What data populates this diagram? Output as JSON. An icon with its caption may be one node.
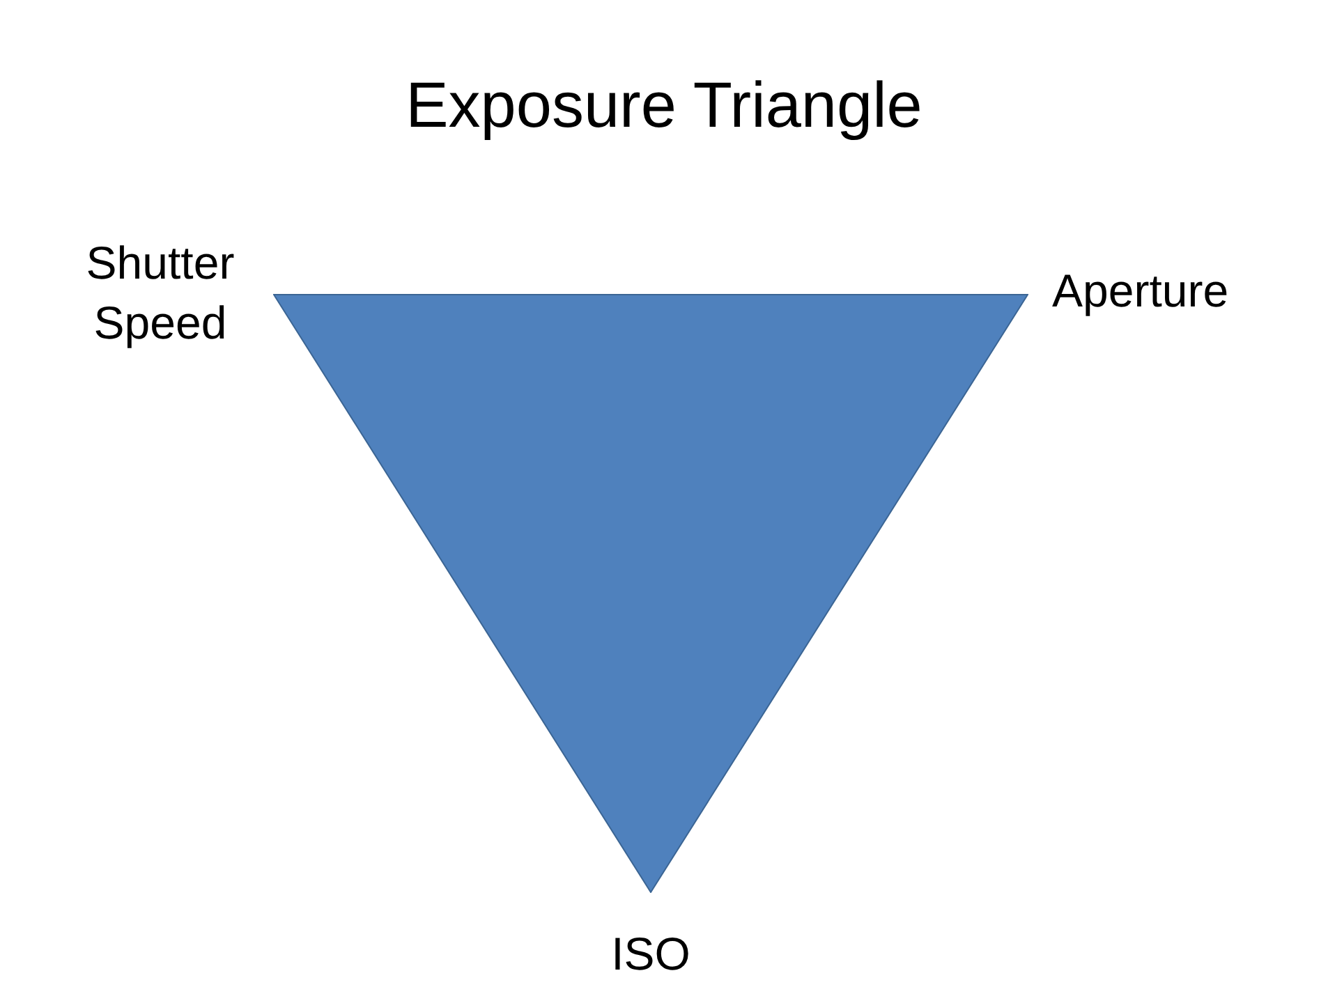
{
  "diagram": {
    "title": "Exposure Triangle",
    "nodes": [
      {
        "text": [],
        "shape": "triangle"
      }
    ],
    "labels": [
      "Shutter Speed",
      "Aperture",
      "ISO"
    ]
  }
}
